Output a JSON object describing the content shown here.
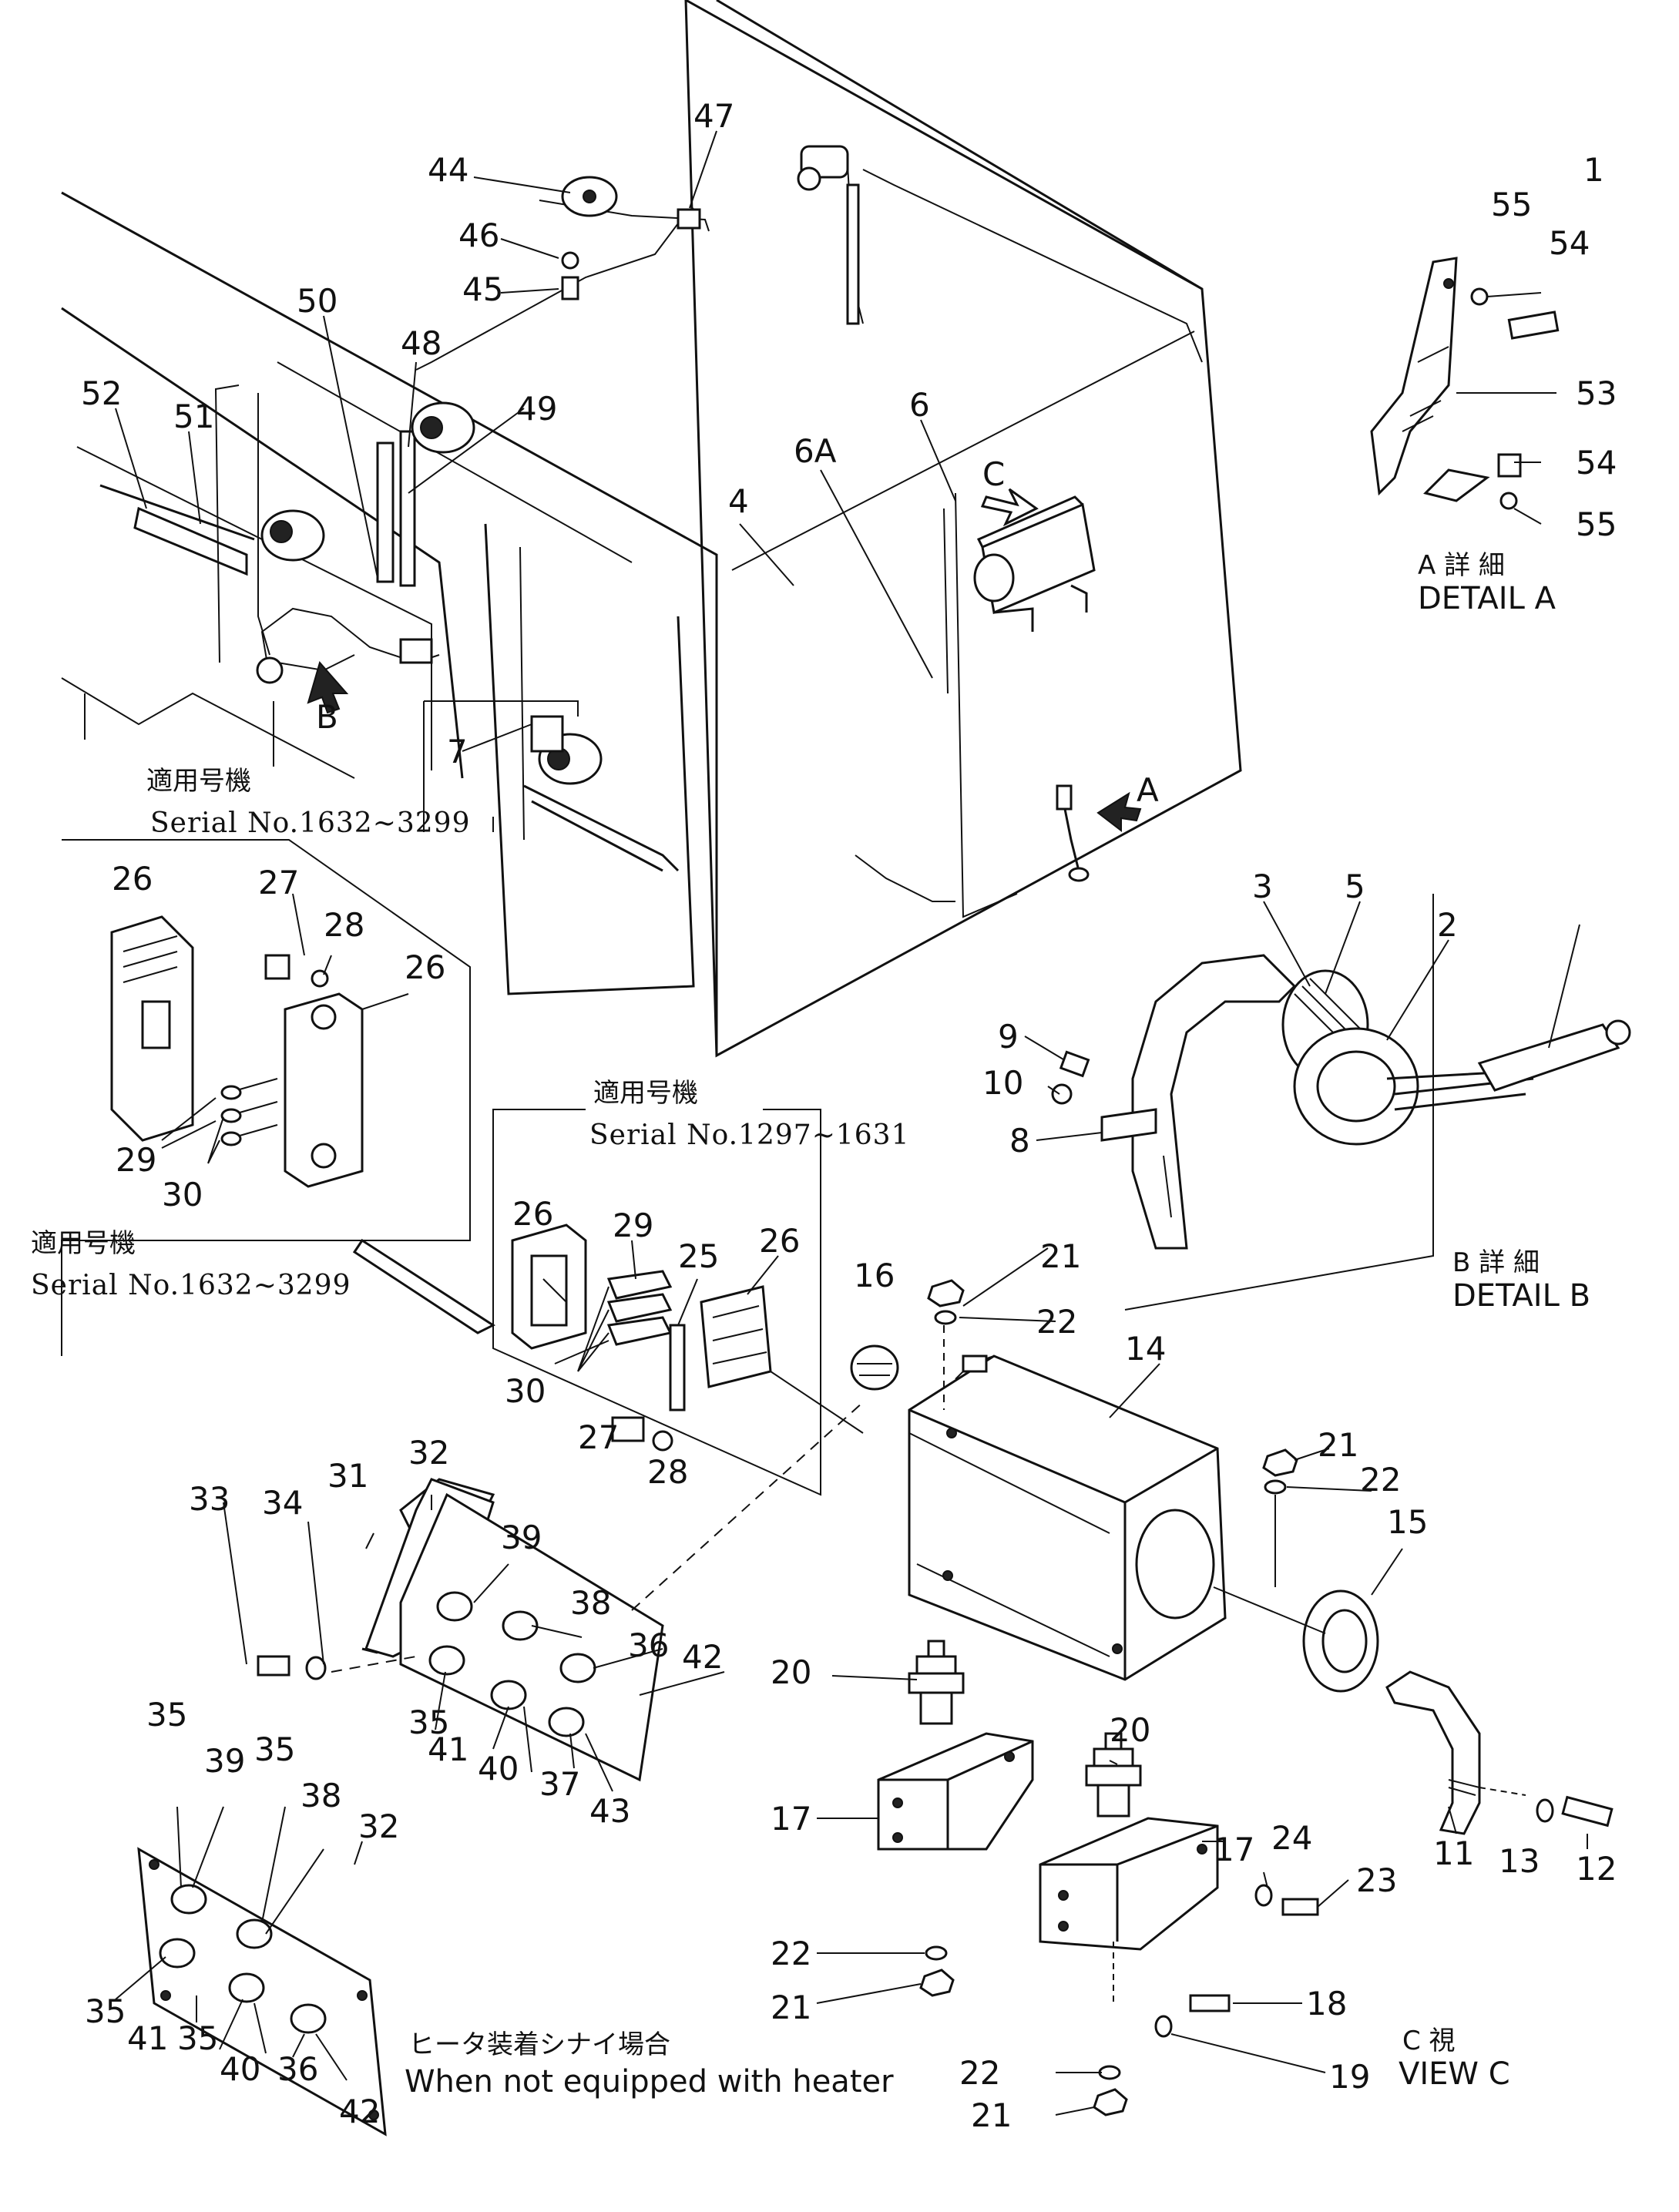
{
  "callouts": [
    "1",
    "2",
    "3",
    "5",
    "6",
    "6A",
    "4",
    "7",
    "8",
    "9",
    "10",
    "11",
    "12",
    "13",
    "14",
    "15",
    "16",
    "17",
    "18",
    "19",
    "20",
    "21",
    "22",
    "23",
    "24",
    "25",
    "26",
    "27",
    "28",
    "29",
    "30",
    "31",
    "32",
    "33",
    "34",
    "35",
    "36",
    "37",
    "38",
    "39",
    "40",
    "41",
    "42",
    "43",
    "44",
    "45",
    "46",
    "47",
    "48",
    "49",
    "50",
    "51",
    "52",
    "53",
    "54",
    "55"
  ],
  "labels": {
    "arrow_a": "A",
    "arrow_b": "B",
    "arrow_c": "C",
    "detail_a_jp": "A 詳 細",
    "detail_a_en": "DETAIL A",
    "detail_b_jp": "B 詳 細",
    "detail_b_en": "DETAIL B",
    "view_c_jp": "C 視",
    "view_c_en": "VIEW C",
    "applicable_jp": "適用号機",
    "serial_1632": "Serial No.1632~3299",
    "serial_1297": "Serial No.1297~1631",
    "no_heater_jp": "ヒータ装着シナイ場合",
    "no_heater_en": "When not equipped with heater"
  },
  "colors": {
    "ink": "#111111",
    "paper": "#ffffff"
  }
}
